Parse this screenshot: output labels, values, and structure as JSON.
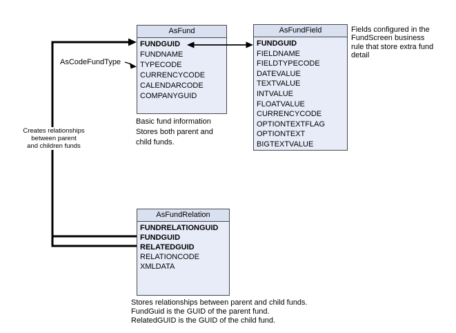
{
  "colors": {
    "table_header_fill": "#d9e0f0",
    "table_body_fill": "#e8ecf8",
    "table_border": "#46464e",
    "arrow_color": "#000000",
    "background": "#ffffff",
    "text_color": "#000000"
  },
  "tables": {
    "as_fund": {
      "title": "AsFund",
      "fields": [
        {
          "name": "FUNDGUID",
          "bold": true
        },
        {
          "name": "FUNDNAME",
          "bold": false
        },
        {
          "name": "TYPECODE",
          "bold": false
        },
        {
          "name": "CURRENCYCODE",
          "bold": false
        },
        {
          "name": "CALENDARCODE",
          "bold": false
        },
        {
          "name": "COMPANYGUID",
          "bold": false
        }
      ],
      "caption": "Basic fund information\nStores both parent and\nchild funds."
    },
    "as_fund_field": {
      "title": "AsFundField",
      "fields": [
        {
          "name": "FUNDGUID",
          "bold": true
        },
        {
          "name": "FIELDNAME",
          "bold": false
        },
        {
          "name": "FIELDTYPECODE",
          "bold": false
        },
        {
          "name": "DATEVALUE",
          "bold": false
        },
        {
          "name": "TEXTVALUE",
          "bold": false
        },
        {
          "name": "INTVALUE",
          "bold": false
        },
        {
          "name": "FLOATVALUE",
          "bold": false
        },
        {
          "name": "CURRENCYCODE",
          "bold": false
        },
        {
          "name": "OPTIONTEXTFLAG",
          "bold": false
        },
        {
          "name": "OPTIONTEXT",
          "bold": false
        },
        {
          "name": "BIGTEXTVALUE",
          "bold": false
        }
      ],
      "caption": "Fields configured in the\nFundScreen business\nrule that store extra fund\ndetail"
    },
    "as_fund_relation": {
      "title": "AsFundRelation",
      "fields": [
        {
          "name": "FUNDRELATIONGUID",
          "bold": true
        },
        {
          "name": "FUNDGUID",
          "bold": true
        },
        {
          "name": "RELATEDGUID",
          "bold": true
        },
        {
          "name": "RELATIONCODE",
          "bold": false
        },
        {
          "name": "XMLDATA",
          "bold": false
        }
      ],
      "caption": "Stores relationships between parent and child funds.\nFundGuid is the GUID of the parent fund.\nRelatedGUID is the GUID of the child fund."
    }
  },
  "labels": {
    "as_code_fund_type": "AsCodeFundType",
    "creates_relationships": "Creates relationships\nbetween parent\nand children funds"
  }
}
